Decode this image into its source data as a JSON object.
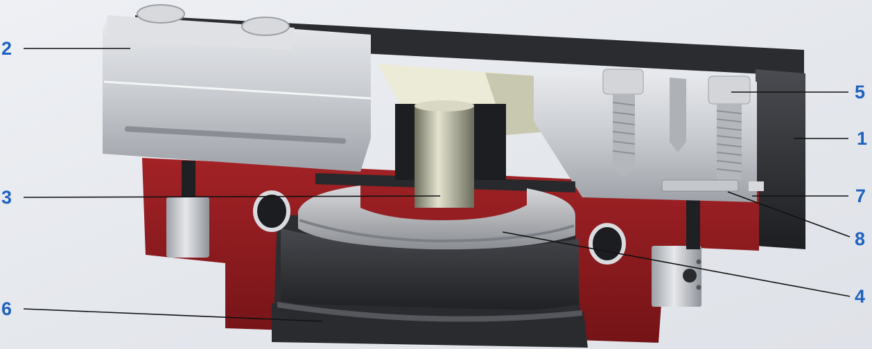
{
  "colors": {
    "accent_numbers": "#1e62c0",
    "housing_red": "#8e1b1e",
    "steel_light": "#cdd0d4",
    "steel_dark": "#3a3c40",
    "top_cover": "#2a2b2e",
    "leader_line": "#111111"
  },
  "callouts": [
    {
      "id": "2",
      "label": "2"
    },
    {
      "id": "3",
      "label": "3"
    },
    {
      "id": "6",
      "label": "6"
    },
    {
      "id": "5",
      "label": "5"
    },
    {
      "id": "1",
      "label": "1"
    },
    {
      "id": "7",
      "label": "7"
    },
    {
      "id": "8",
      "label": "8"
    },
    {
      "id": "4",
      "label": "4"
    }
  ]
}
